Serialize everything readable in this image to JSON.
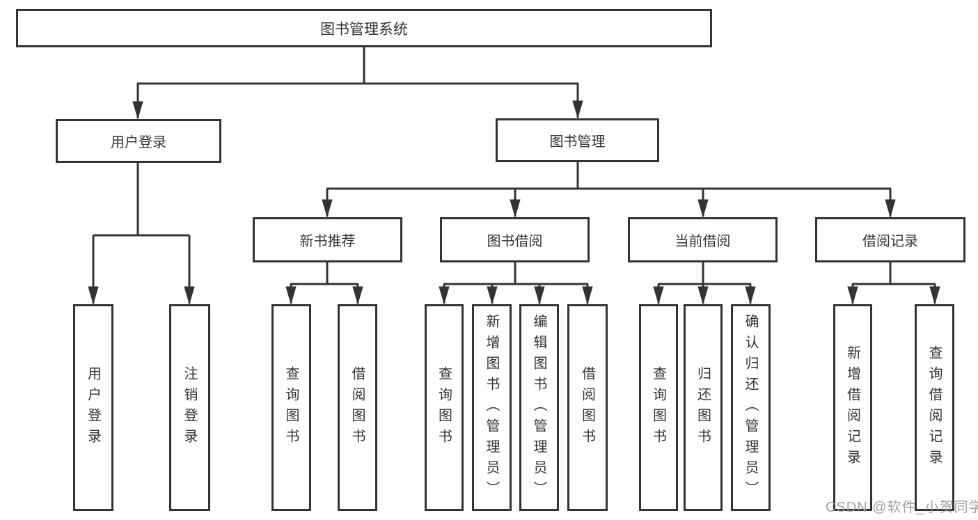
{
  "diagram": {
    "type": "hierarchy-tree",
    "title": "图书管理系统",
    "watermark": "CSDN @软件_小贺同学",
    "colors": {
      "background": "#ffffff",
      "box_border": "#333333",
      "line": "#333333",
      "text": "#333333",
      "watermark": "#9a9a9a"
    },
    "nodes": {
      "root": {
        "label": "图书管理系统"
      },
      "userLogin": {
        "label": "用户登录"
      },
      "bookMgmt": {
        "label": "图书管理"
      },
      "newBookRec": {
        "label": "新书推荐"
      },
      "bookBorrow": {
        "label": "图书借阅"
      },
      "currentBorrow": {
        "label": "当前借阅"
      },
      "borrowRecords": {
        "label": "借阅记录"
      },
      "leafUserLogin": {
        "label": "用户登录"
      },
      "leafLogout": {
        "label": "注销登录"
      },
      "leafRecQuery": {
        "label": "查询图书"
      },
      "leafRecBorrow": {
        "label": "借阅图书"
      },
      "leafBorQuery": {
        "label": "查询图书"
      },
      "leafBorAdd": {
        "label": "新增图书（管理员）"
      },
      "leafBorEdit": {
        "label": "编辑图书（管理员）"
      },
      "leafBorBorrow": {
        "label": "借阅图书"
      },
      "leafCurQuery": {
        "label": "查询图书"
      },
      "leafCurReturn": {
        "label": "归还图书"
      },
      "leafCurConfirm": {
        "label": "确认归还（管理员）"
      },
      "leafRecdAdd": {
        "label": "新增借阅记录"
      },
      "leafRecdQuery": {
        "label": "查询借阅记录"
      }
    },
    "edges": [
      {
        "from": "图书管理系统",
        "to": "用户登录"
      },
      {
        "from": "图书管理系统",
        "to": "图书管理"
      },
      {
        "from": "用户登录",
        "to": "用户登录"
      },
      {
        "from": "用户登录",
        "to": "注销登录"
      },
      {
        "from": "图书管理",
        "to": "新书推荐"
      },
      {
        "from": "图书管理",
        "to": "图书借阅"
      },
      {
        "from": "图书管理",
        "to": "当前借阅"
      },
      {
        "from": "图书管理",
        "to": "借阅记录"
      },
      {
        "from": "新书推荐",
        "to": "查询图书"
      },
      {
        "from": "新书推荐",
        "to": "借阅图书"
      },
      {
        "from": "图书借阅",
        "to": "查询图书"
      },
      {
        "from": "图书借阅",
        "to": "新增图书（管理员）"
      },
      {
        "from": "图书借阅",
        "to": "编辑图书（管理员）"
      },
      {
        "from": "图书借阅",
        "to": "借阅图书"
      },
      {
        "from": "当前借阅",
        "to": "查询图书"
      },
      {
        "from": "当前借阅",
        "to": "归还图书"
      },
      {
        "from": "当前借阅",
        "to": "确认归还（管理员）"
      },
      {
        "from": "借阅记录",
        "to": "新增借阅记录"
      },
      {
        "from": "借阅记录",
        "to": "查询借阅记录"
      }
    ]
  }
}
